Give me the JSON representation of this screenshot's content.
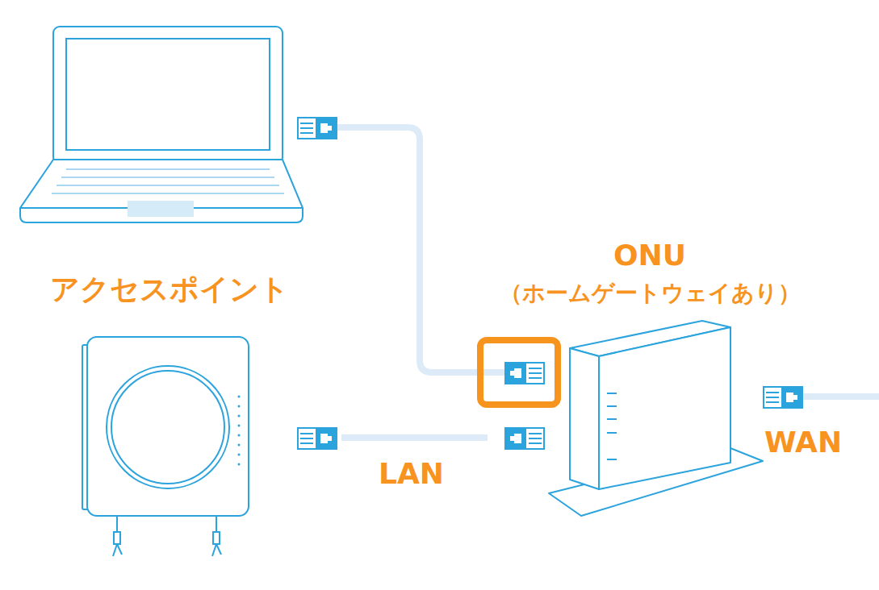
{
  "diagram": {
    "nodes": [
      {
        "text": [
          "アクセスポイント"
        ]
      },
      {
        "text": [
          "ONU",
          "（ホームゲートウェイあり）"
        ]
      }
    ],
    "edges": [
      {
        "from": 0,
        "to": 1,
        "arrow": "none",
        "label": "LAN"
      }
    ],
    "labels": [
      "WAN"
    ]
  }
}
